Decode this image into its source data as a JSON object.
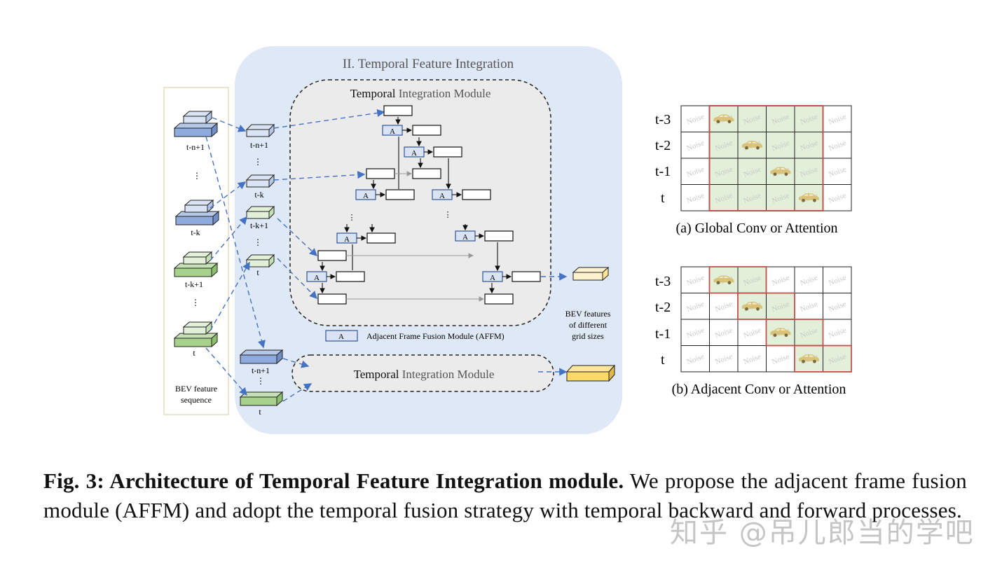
{
  "figure": {
    "panel_title": "II. Temporal Feature Integration",
    "module_title_a": "Temporal",
    "module_title_b": " Integration Module",
    "input_labels": {
      "t_n1": "t-n+1",
      "dots": "⋮",
      "t_k": "t-k",
      "t_k1": "t-k+1",
      "t": "t"
    },
    "sequence_label_1": "BEV feature",
    "sequence_label_2": "sequence",
    "affm_letter": "A",
    "affm_legend": "Adjacent Frame Fusion Module (AFFM)",
    "output_label_1": "BEV features",
    "output_label_2": "of different",
    "output_label_3": "grid sizes",
    "grid_rows": [
      "t-3",
      "t-2",
      "t-1",
      "t"
    ],
    "noise": "Noise",
    "grid_a_caption": "(a) Global Conv or Attention",
    "grid_b_caption": "(b) Adjacent Conv or Attention",
    "colors": {
      "panel_bg": "#dfe8f6",
      "module_bg": "#ebebeb",
      "arrow_blue": "#4472c4",
      "block_blue": "#8faadc",
      "block_green": "#a9d18e",
      "block_yellow": "#ffd966",
      "grid_highlight": "#e2efd9",
      "grid_border_red": "#c0504d"
    }
  },
  "caption": {
    "bold": "Fig. 3: Architecture of Temporal Feature Integration module.",
    "text": " We propose the adjacent frame fusion module (AFFM) and adopt the temporal fusion strategy with temporal backward and forward processes."
  },
  "watermark": "知乎 @吊儿郎当的学吧"
}
